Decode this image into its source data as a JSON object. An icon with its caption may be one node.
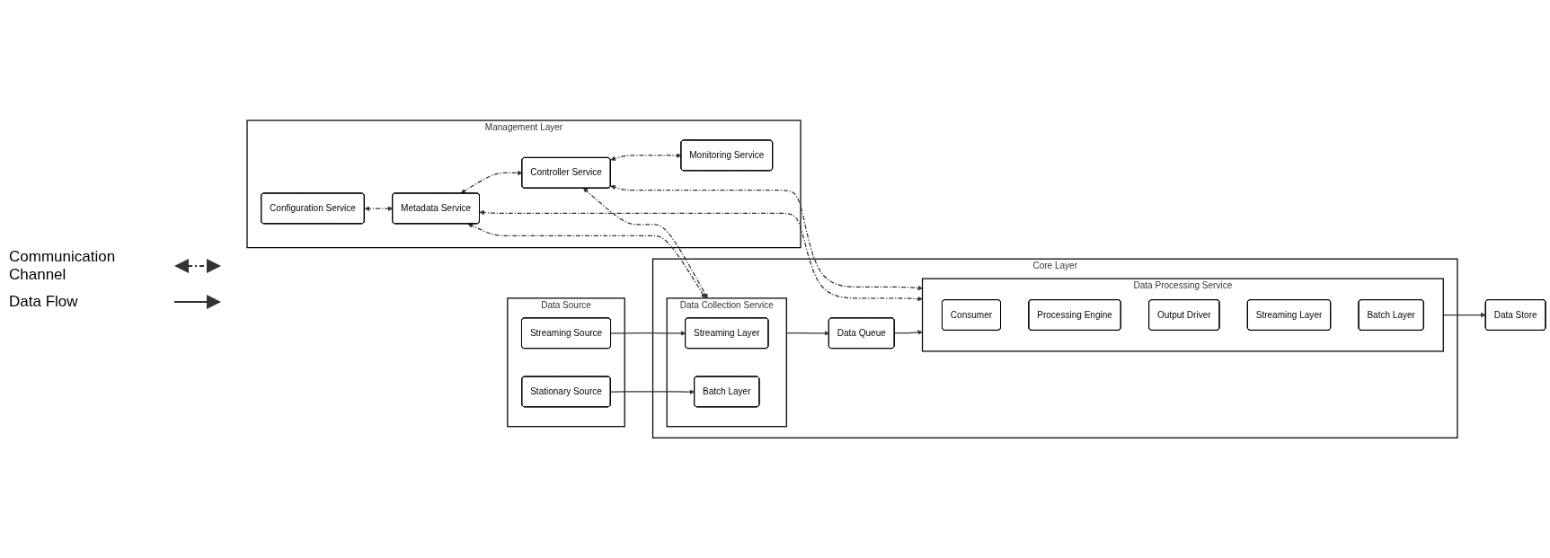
{
  "diagram": {
    "nodes": [
      {
        "text": [
          "Data Source"
        ]
      },
      {
        "text": [
          "Streaming Source"
        ],
        "in": 0
      },
      {
        "text": [
          "Stationary Source"
        ],
        "in": 0
      },
      {
        "text": [
          "Core Layer"
        ]
      },
      {
        "text": [
          "Data Collection Service"
        ],
        "in": 3
      },
      {
        "text": [
          "Streaming Layer"
        ],
        "in": 4
      },
      {
        "text": [
          "Batch Layer"
        ],
        "in": 4
      },
      {
        "text": [
          "Data Queue"
        ],
        "in": 3
      },
      {
        "text": [
          "Data Processing Service"
        ],
        "in": 3
      },
      {
        "text": [
          "Consumer"
        ],
        "in": 8
      },
      {
        "text": [
          "Processing Engine"
        ],
        "in": 8
      },
      {
        "text": [
          "Output Driver"
        ],
        "in": 8
      },
      {
        "text": [
          "Streaming Layer"
        ],
        "in": 8
      },
      {
        "text": [
          "Batch Layer"
        ],
        "in": 8
      },
      {
        "text": [
          "Data Store"
        ]
      },
      {
        "text": [
          "Management Layer"
        ]
      },
      {
        "text": [
          "Configuration Service"
        ],
        "in": 15
      },
      {
        "text": [
          "Metadata Service"
        ],
        "in": 15
      },
      {
        "text": [
          "Controller Service"
        ],
        "in": 15
      },
      {
        "text": [
          "Monitoring Service"
        ],
        "in": 15
      }
    ],
    "edges": [
      {
        "from": 1,
        "to": 5,
        "arrow": "to"
      },
      {
        "from": 2,
        "to": 6,
        "arrow": "to"
      },
      {
        "from": 4,
        "to": 7,
        "arrow": "to"
      },
      {
        "from": 7,
        "to": 8,
        "arrow": "to"
      },
      {
        "from": 8,
        "to": 14,
        "arrow": "to"
      },
      {
        "from": 17,
        "to": 4,
        "arrow": "both",
        "style": "dashed"
      },
      {
        "from": 17,
        "to": 8,
        "arrow": "both",
        "style": "dashed"
      },
      {
        "from": 18,
        "to": 4,
        "arrow": "both",
        "style": "dashed"
      },
      {
        "from": 18,
        "to": 8,
        "arrow": "both",
        "style": "dashed"
      },
      {
        "from": 16,
        "to": 17,
        "arrow": "both",
        "style": "dashed"
      },
      {
        "from": 17,
        "to": 18,
        "arrow": "both",
        "style": "dashed"
      },
      {
        "from": 18,
        "to": 19,
        "arrow": "both",
        "style": "dashed"
      }
    ],
    "legend": [
      {
        "text": "Communication Channel"
      },
      {
        "text": "Data Flow"
      }
    ]
  }
}
